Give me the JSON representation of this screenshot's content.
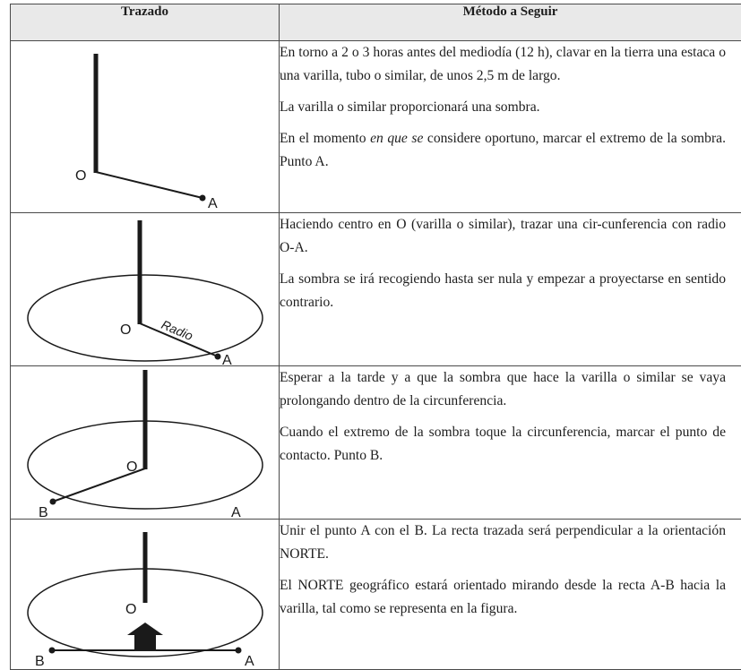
{
  "header": {
    "col_trazado": "Trazado",
    "col_metodo": "Método a Seguir"
  },
  "rows": [
    {
      "labels": {
        "o": "O",
        "a": "A"
      },
      "paragraphs": [
        "En torno a 2 o 3 horas antes del mediodía (12 h), clavar en la tierra una estaca o una varilla, tubo o similar, de unos 2,5 m de largo.",
        "La varilla o similar proporcionará una sombra.",
        "En el momento en que se considere oportuno, marcar el extremo de la sombra. Punto A."
      ],
      "italic_phrase": "en que se",
      "p3_before": "En el momento ",
      "p3_after": " considere oportuno, marcar el extremo de la sombra. Punto A."
    },
    {
      "labels": {
        "o": "O",
        "a": "A",
        "radio": "Radio"
      },
      "paragraphs": [
        "Haciendo centro en O (varilla o similar), trazar una cir-cunferencia con radio O-A.",
        "La sombra se irá recogiendo hasta ser nula y empezar a proyectarse en sentido contrario."
      ]
    },
    {
      "labels": {
        "o": "O",
        "a": "A",
        "b": "B"
      },
      "paragraphs": [
        "Esperar a la tarde y a que la sombra que hace la varilla o similar se vaya prolongando dentro de la circunferencia.",
        "Cuando el extremo de la sombra toque la circunferencia, marcar el punto de contacto. Punto B."
      ]
    },
    {
      "labels": {
        "o": "O",
        "a": "A",
        "b": "B"
      },
      "paragraphs": [
        "Unir el punto A con el B. La recta trazada será perpendicular a la orientación NORTE.",
        "El NORTE geográfico estará orientado mirando desde la recta A-B hacia la varilla, tal como se representa en la figura."
      ]
    }
  ]
}
